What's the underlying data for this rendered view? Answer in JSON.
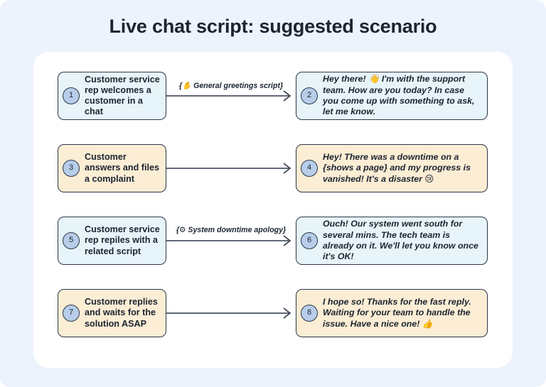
{
  "header": {
    "title": "Live chat script: suggested scenario"
  },
  "theme": {
    "page_background": "#edf3fd",
    "card_background": "#ffffff",
    "box_blue": "#e7f4f9",
    "box_peach": "#fcedd5",
    "badge_fill": "#b7cde9",
    "stroke": "#2d3748",
    "text": "#1c2430"
  },
  "flow": {
    "rows": [
      {
        "left": {
          "number": "1",
          "text": "Customer service rep welcomes a customer in a chat",
          "color": "blue"
        },
        "arrow": {
          "label": "{✋ General greetings script}",
          "icon": "waving-hand-emoji",
          "has_label": true
        },
        "right": {
          "number": "2",
          "text": "Hey there! 👋 I'm with the support team. How are you today? In case you come up with something to ask, let me know.",
          "color": "blue"
        }
      },
      {
        "left": {
          "number": "3",
          "text": "Customer answers and files a complaint",
          "color": "peach"
        },
        "arrow": {
          "label": "",
          "icon": "",
          "has_label": false
        },
        "right": {
          "number": "4",
          "text_before": "Hey! There was a downtime on a ",
          "text_emphasis": "{shows a page}",
          "text_after": " and my progress is vanished! It's a disaster 😢",
          "color": "peach"
        }
      },
      {
        "left": {
          "number": "5",
          "text": "Customer service rep repiles with a related script",
          "color": "blue"
        },
        "arrow": {
          "label": "{⚙ System downtime apology}",
          "icon": "gear-emoji",
          "has_label": true
        },
        "right": {
          "number": "6",
          "text": "Ouch! Our system went south for several mins. The tech team is already on it. We'll let you know once it's OK!",
          "color": "blue"
        }
      },
      {
        "left": {
          "number": "7",
          "text": "Customer replies and waits for the solution ASAP",
          "color": "peach"
        },
        "arrow": {
          "label": "",
          "icon": "",
          "has_label": false
        },
        "right": {
          "number": "8",
          "text": "I hope so! Thanks for the fast reply. Waiting for your team to handle the issue. Have a nice one! 👍",
          "color": "peach"
        }
      }
    ]
  }
}
